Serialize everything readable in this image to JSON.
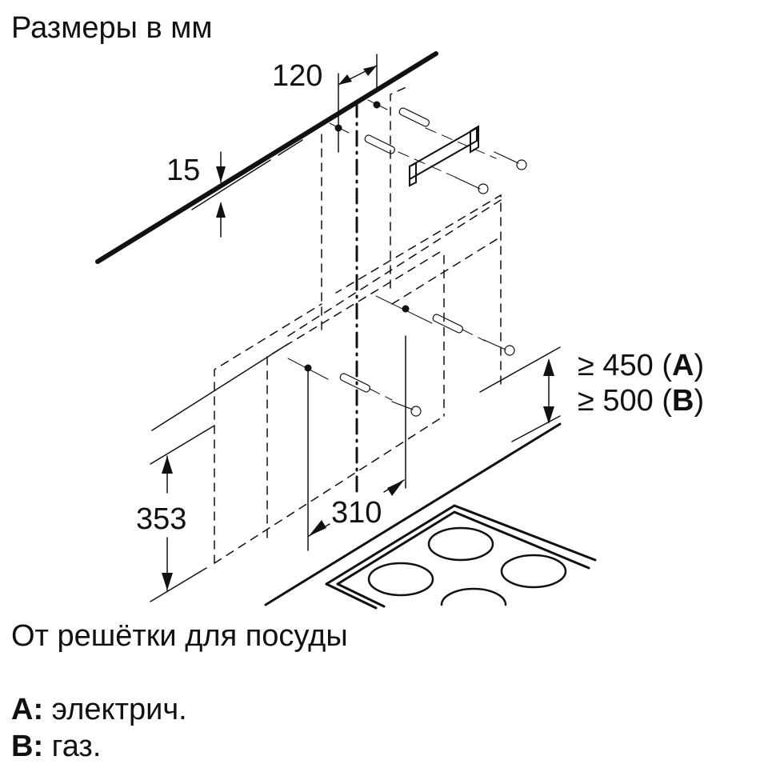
{
  "title": "Размеры в мм",
  "dimensions": {
    "offset_top": "120",
    "wall_gap": "15",
    "height_label": "353",
    "width_label": "310",
    "clearance_a": "≥ 450 (",
    "clearance_a_letter": "A",
    "clearance_b": "≥ 500 (",
    "clearance_b_letter": "B",
    "close_paren": ")"
  },
  "note": "От решётки для посуды",
  "legend": [
    {
      "key": "A:",
      "value": "электрич."
    },
    {
      "key": "B:",
      "value": "газ."
    }
  ],
  "colors": {
    "line": "#111111",
    "background": "#ffffff"
  }
}
